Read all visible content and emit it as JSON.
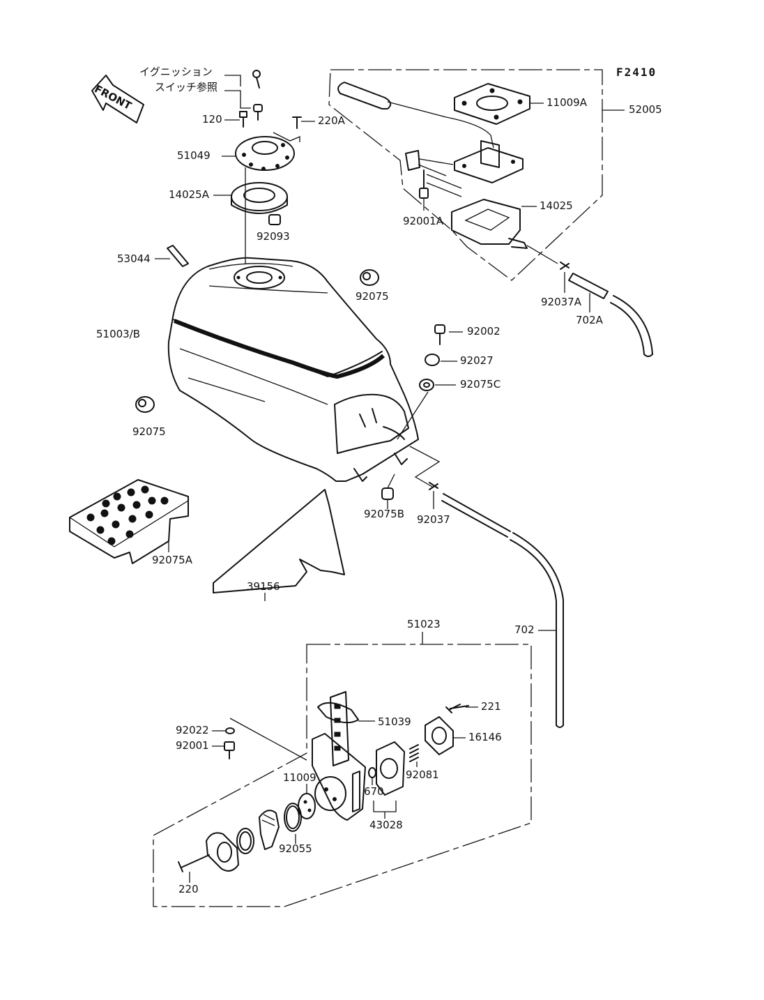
{
  "figure_id": "F2410",
  "front_label": "FRONT",
  "ignition_note": {
    "line1": "イグニッション",
    "line2": "スイッチ参照"
  },
  "labels": {
    "p120": "120",
    "p220A": "220A",
    "p51049": "51049",
    "p14025A": "14025A",
    "p92093": "92093",
    "p53044": "53044",
    "p92075_top": "92075",
    "p51003B": "51003/B",
    "p92075_left": "92075",
    "p92075A": "92075A",
    "p39156": "39156",
    "p92075B": "92075B",
    "p92037": "92037",
    "p92002": "92002",
    "p92027": "92027",
    "p92075C": "92075C",
    "p11009A": "11009A",
    "p52005": "52005",
    "p14025": "14025",
    "p92001A": "92001A",
    "p92037A": "92037A",
    "p702A": "702A",
    "p702": "702",
    "p51023": "51023",
    "p221": "221",
    "p51039": "51039",
    "p16146": "16146",
    "p92022": "92022",
    "p92001": "92001",
    "p11009": "11009",
    "p670": "670",
    "p92081": "92081",
    "p43028": "43028",
    "p92055": "92055",
    "p220": "220"
  }
}
